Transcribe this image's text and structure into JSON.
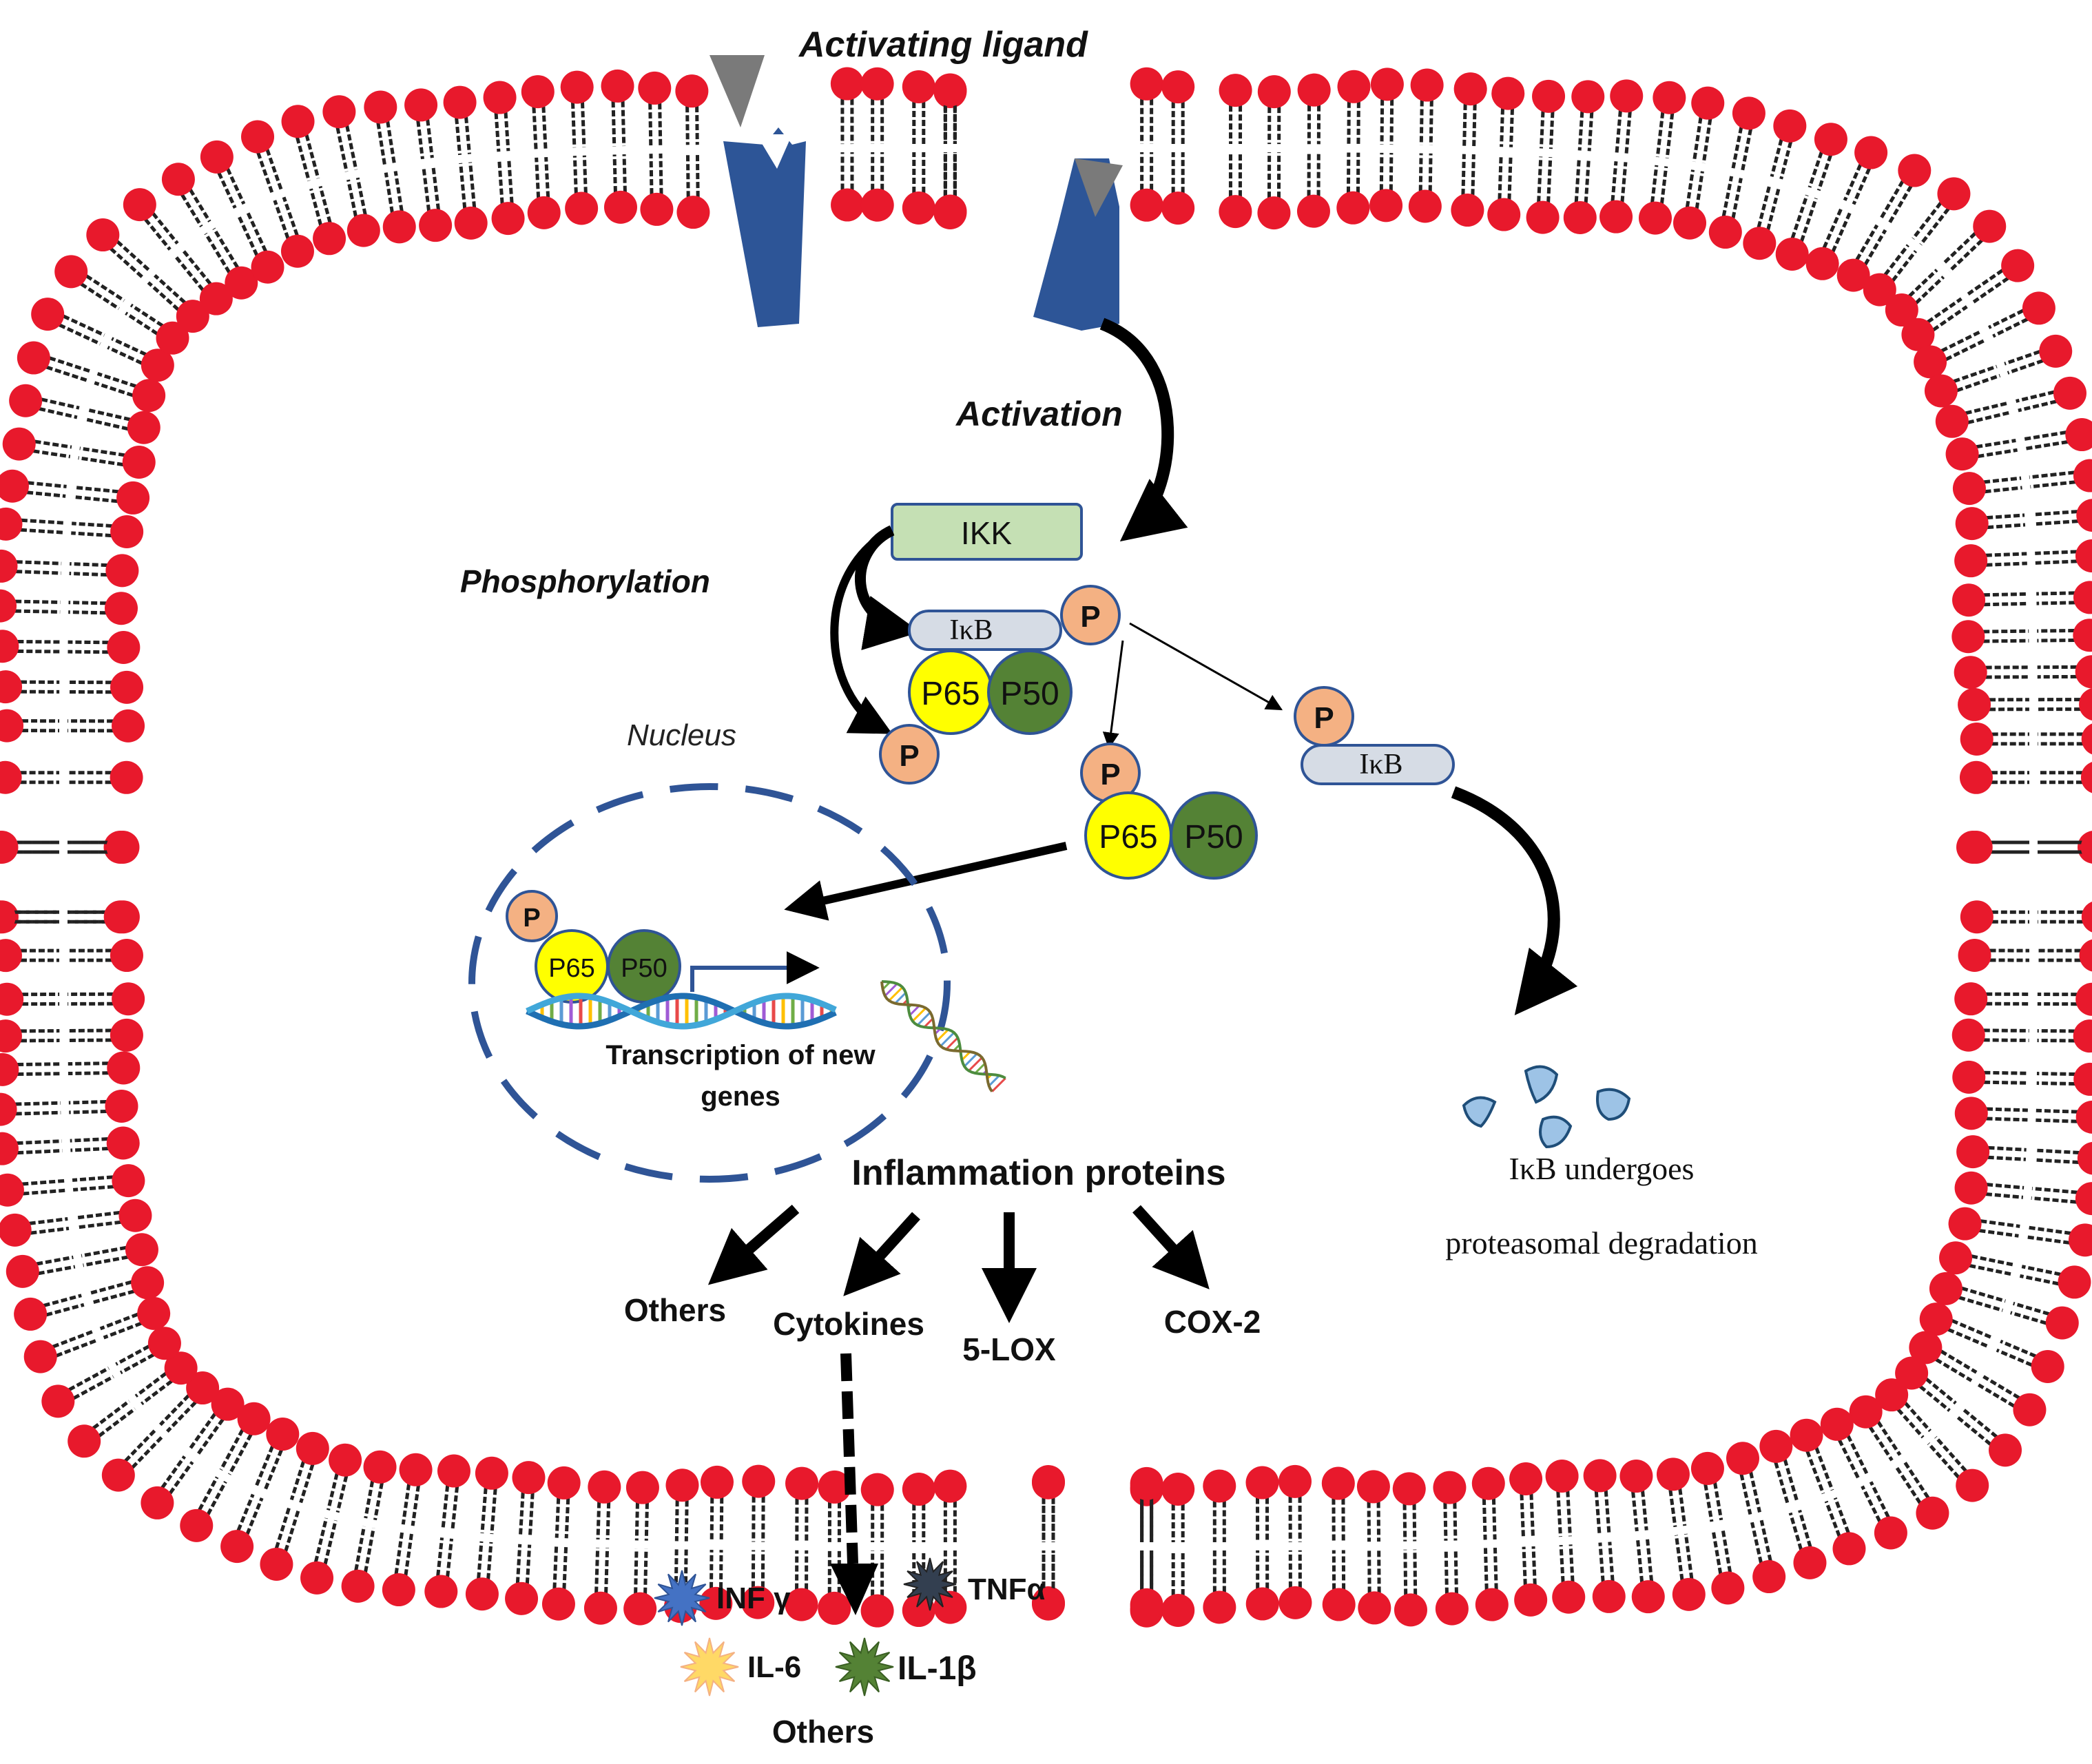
{
  "labels": {
    "activating_ligand": "Activating ligand",
    "activation": "Activation",
    "phosphorylation": "Phosphorylation",
    "nucleus": "Nucleus",
    "ikk": "IKK",
    "ikb": "IκB",
    "p": "P",
    "p65": "P65",
    "p50": "P50",
    "transcription_line1": "Transcription of new",
    "transcription_line2": "genes",
    "inflammation_proteins": "Inflammation proteins",
    "others": "Others",
    "cytokines": "Cytokines",
    "lox": "5-LOX",
    "cox2": "COX-2",
    "ikb_degradation_line1": "IκB undergoes",
    "ikb_degradation_line2": "proteasomal degradation",
    "inf_gamma": "INF γ",
    "tnf_alpha": "TNFα",
    "il6": "IL-6",
    "il1b": "IL-1β",
    "others_bottom": "Others"
  },
  "colors": {
    "lipid_head": "#e8192c",
    "receptor": "#2d5597",
    "ligand": "#7a7a7a",
    "ikk_fill": "#c5e0b4",
    "ikb_fill": "#d6dce5",
    "phosphate": "#f4b183",
    "p65": "#ffff00",
    "p50": "#548235",
    "nucleus_border": "#2f5496",
    "inf_gamma": "#4472c4",
    "tnf_alpha": "#333f50",
    "il6": "#ffd966",
    "il1b": "#548235"
  }
}
